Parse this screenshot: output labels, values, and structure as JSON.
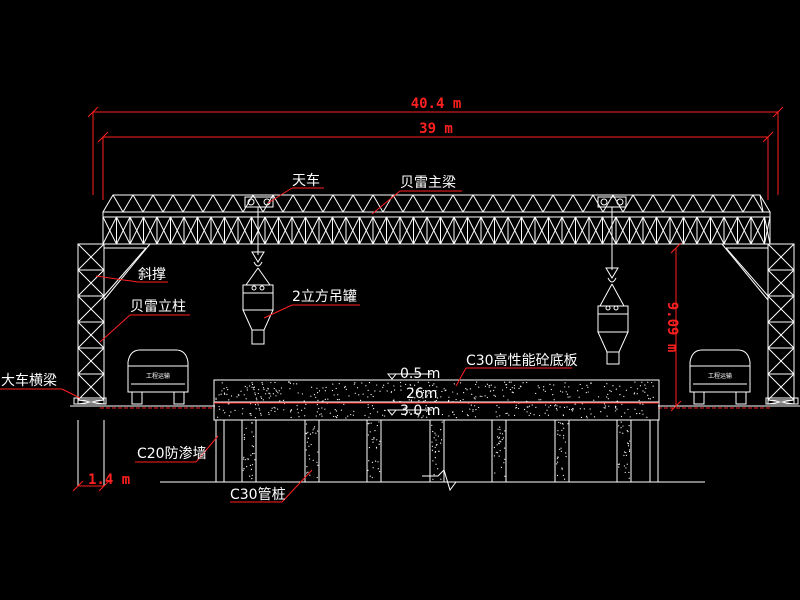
{
  "dimensions": {
    "overall_span": "40.4 m",
    "rail_span": "39 m",
    "crane_height": "9.09 m",
    "beam_width": "1.4 m",
    "slab_width": "26m",
    "level_top": "0.5 m",
    "level_bottom": "3.0 m"
  },
  "labels": {
    "trolley": "天车",
    "main_girder": "贝雷主梁",
    "diagonal_brace": "斜撑",
    "column": "贝雷立柱",
    "bucket": "2立方吊罐",
    "crossbeam": "大车横梁",
    "slab": "C30高性能砼底板",
    "cutoff_wall": "C20防渗墙",
    "pile": "C30管桩"
  },
  "trucks": {
    "left_plate": "工程运输",
    "right_plate": "工程运输"
  },
  "colors": {
    "background": "#000000",
    "lines": "#ffffff",
    "dimension": "#ff2020"
  }
}
